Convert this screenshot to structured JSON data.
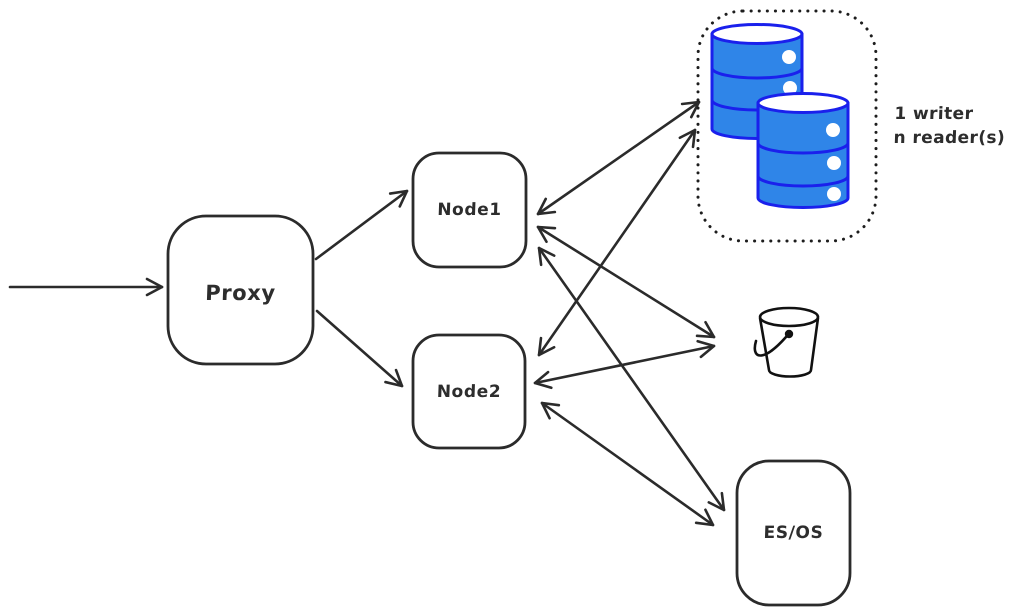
{
  "diagram": {
    "type": "architecture-flow",
    "nodes": {
      "proxy": {
        "label": "Proxy",
        "shape": "rounded-rect"
      },
      "node1": {
        "label": "Node1",
        "shape": "rounded-rect"
      },
      "node2": {
        "label": "Node2",
        "shape": "rounded-rect"
      },
      "esos": {
        "label": "ES/OS",
        "shape": "rounded-rect"
      },
      "database_cluster": {
        "shape": "dashed-rounded-rect",
        "icon": "database-cylinders-icon",
        "cylinder_count": 2,
        "annotation": [
          "1 writer",
          "n reader(s)"
        ]
      },
      "bucket": {
        "shape": "circle",
        "icon": "bucket-icon"
      }
    },
    "edges": [
      {
        "from": "external-client",
        "to": "proxy",
        "direction": "one-way"
      },
      {
        "from": "proxy",
        "to": "node1",
        "direction": "one-way"
      },
      {
        "from": "proxy",
        "to": "node2",
        "direction": "one-way"
      },
      {
        "from": "node1",
        "to": "database_cluster",
        "direction": "two-way"
      },
      {
        "from": "node2",
        "to": "database_cluster",
        "direction": "two-way"
      },
      {
        "from": "node1",
        "to": "bucket",
        "direction": "two-way"
      },
      {
        "from": "node2",
        "to": "bucket",
        "direction": "two-way"
      },
      {
        "from": "node1",
        "to": "esos",
        "direction": "two-way"
      },
      {
        "from": "node2",
        "to": "esos",
        "direction": "two-way"
      }
    ],
    "colors": {
      "background": "#ffffff",
      "line_stroke": "#2b2b2b",
      "text": "#2d2d2d",
      "database_fill": "#2f85e8",
      "database_stroke": "#1a20ec",
      "bucket_stroke": "#111111",
      "bucket_background": "#ffffff"
    }
  }
}
